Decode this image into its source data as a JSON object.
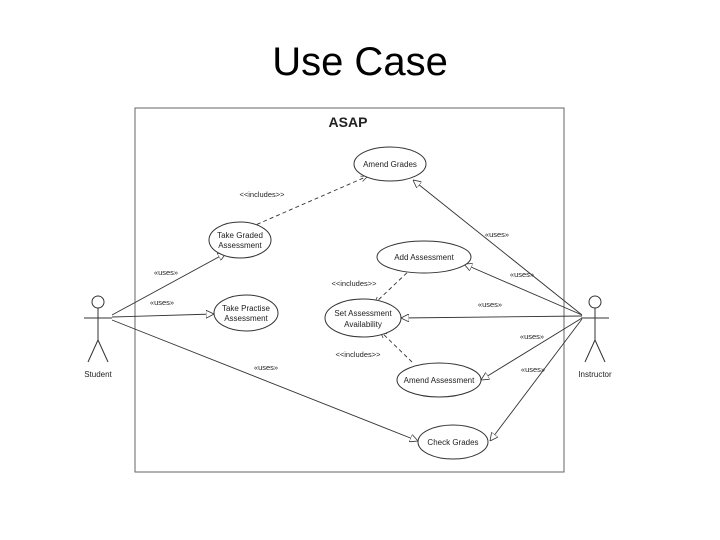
{
  "title": "Use Case",
  "diagram": {
    "system_name": "ASAP",
    "actors": {
      "student": "Student",
      "instructor": "Instructor"
    },
    "use_cases": {
      "amend_grades": [
        "Amend Grades"
      ],
      "take_graded": [
        "Take Graded",
        "Assessment"
      ],
      "add_assessment": [
        "Add Assessment"
      ],
      "take_practise": [
        "Take Practise",
        "Assessment"
      ],
      "set_availability": [
        "Set Assessment",
        "Availability"
      ],
      "amend_assessment": [
        "Amend Assessment"
      ],
      "check_grades": [
        "Check Grades"
      ]
    },
    "relation_labels": {
      "includes_1": "<<includes>>",
      "includes_2": "<<includes>>",
      "includes_3": "<<includes>>",
      "uses_student_graded": "«uses»",
      "uses_student_practise": "«uses»",
      "uses_student_check": "«uses»",
      "uses_instr_amend_grades": "«uses»",
      "uses_instr_add": "«uses»",
      "uses_instr_set": "«uses»",
      "uses_instr_amend_assess": "«uses»",
      "uses_instr_check": "«uses»"
    }
  }
}
